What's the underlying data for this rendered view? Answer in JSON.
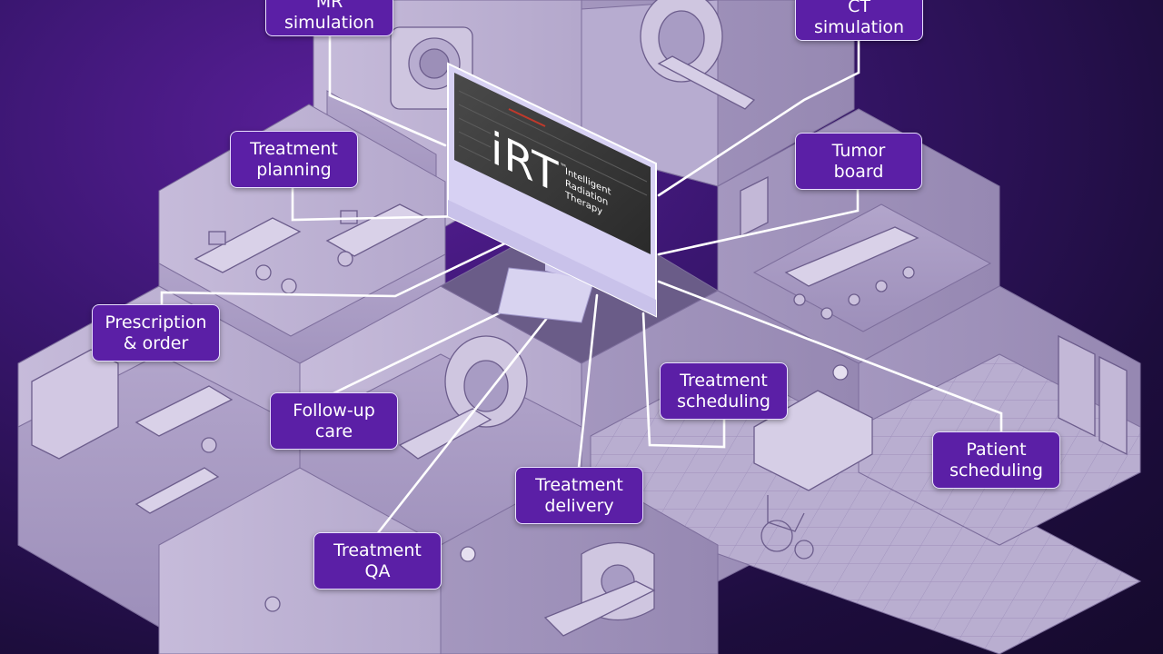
{
  "brand": {
    "logo": "iRT",
    "trademark": "™",
    "subtitle_lines": [
      "Intelligent",
      "Radiation",
      "Therapy"
    ]
  },
  "labels": {
    "mr_simulation": [
      "MR",
      "simulation"
    ],
    "ct_simulation": [
      "CT",
      "simulation"
    ],
    "treatment_planning": [
      "Treatment",
      "planning"
    ],
    "tumor_board": [
      "Tumor",
      "board"
    ],
    "prescription_order": [
      "Prescription",
      "& order"
    ],
    "followup_care": [
      "Follow-up",
      "care"
    ],
    "treatment_scheduling": [
      "Treatment",
      "scheduling"
    ],
    "patient_scheduling": [
      "Patient",
      "scheduling"
    ],
    "treatment_delivery": [
      "Treatment",
      "delivery"
    ],
    "treatment_qa": [
      "Treatment",
      "QA"
    ]
  },
  "colors": {
    "label_fill": "#5b1fa6",
    "label_border": "#e9e0ff",
    "room_floor": "#a596bf",
    "room_wall_light": "#c3b7d8",
    "room_wall_dark": "#8e7fab",
    "connector": "#ffffff",
    "monitor_frame": "#c9c3ea",
    "monitor_screen": "#3a3a3a"
  },
  "icons": [
    "monitor-icon",
    "mri-scanner-icon",
    "ct-scanner-icon",
    "linac-icon",
    "wheelchair-icon",
    "clock-icon",
    "desk-icon",
    "chair-icon",
    "door-icon"
  ]
}
